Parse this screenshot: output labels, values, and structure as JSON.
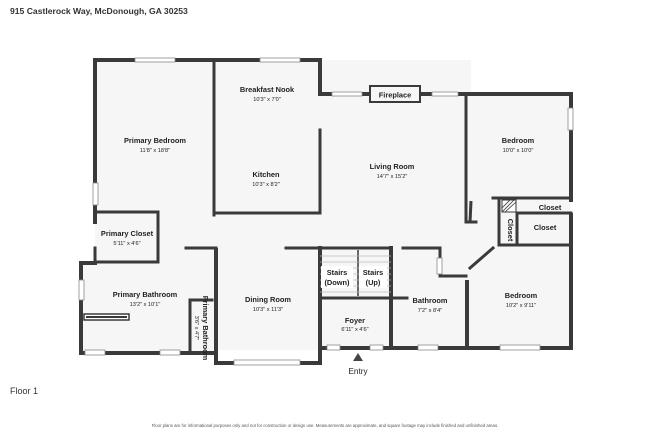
{
  "header": {
    "address": "915 Castlerock Way, McDonough, GA 30253"
  },
  "floor_label": "Floor 1",
  "disclaimer": "Floor plans are for informational purposes only and not for construction or design use. Measurements are approximate, and square footage may include finished and unfinished areas.",
  "entry_label": "Entry",
  "fireplace_label": "Fireplace",
  "rooms": {
    "primary_bedroom": {
      "name": "Primary Bedroom",
      "dim": "11'8\" x 18'8\""
    },
    "breakfast_nook": {
      "name": "Breakfast Nook",
      "dim": "10'3\" x 7'0\""
    },
    "kitchen": {
      "name": "Kitchen",
      "dim": "10'3\" x 8'2\""
    },
    "living_room": {
      "name": "Living Room",
      "dim": "14'7\" x 15'2\""
    },
    "bedroom_1": {
      "name": "Bedroom",
      "dim": "10'0\" x 10'0\""
    },
    "closet_1": {
      "name": "Closet"
    },
    "closet_2": {
      "name": "Closet"
    },
    "closet_3": {
      "name": "Closet"
    },
    "primary_closet": {
      "name": "Primary Closet",
      "dim": "5'11\" x 4'6\""
    },
    "primary_bathroom": {
      "name": "Primary Bathroom",
      "dim": "13'2\" x 10'1\""
    },
    "primary_bathroom_2": {
      "name": "Primary Bathroom",
      "dim": "3'6\" x 4'7\""
    },
    "dining_room": {
      "name": "Dining Room",
      "dim": "10'3\" x 11'3\""
    },
    "stairs_down": {
      "name": "Stairs",
      "sub": "(Down)"
    },
    "stairs_up": {
      "name": "Stairs",
      "sub": "(Up)"
    },
    "foyer": {
      "name": "Foyer",
      "dim": "6'11\" x 4'6\""
    },
    "bathroom": {
      "name": "Bathroom",
      "dim": "7'2\" x 8'4\""
    },
    "bedroom_2": {
      "name": "Bedroom",
      "dim": "10'2\" x 9'11\""
    }
  }
}
